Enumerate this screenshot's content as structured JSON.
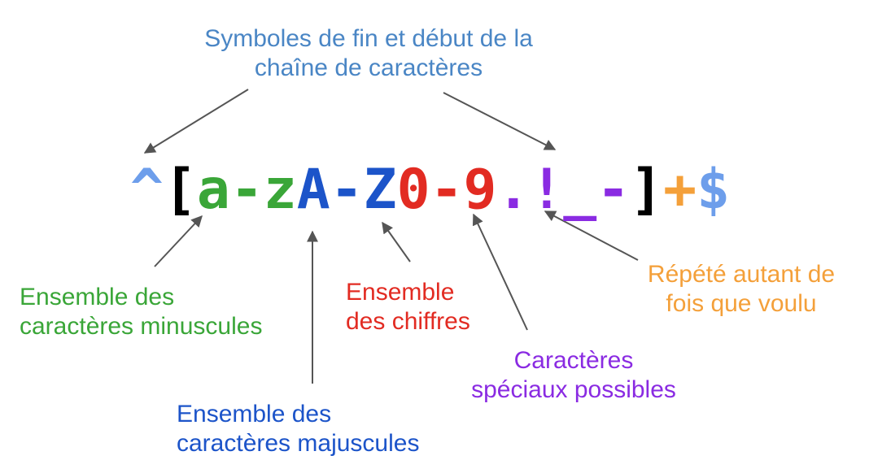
{
  "colors": {
    "anchors": "#6d9eeb",
    "lowercase": "#3aa638",
    "uppercase": "#1c54c9",
    "digits": "#e22b22",
    "special": "#8a2be2",
    "repeat": "#f4a03a",
    "bracket": "#000000",
    "arrow": "#555555"
  },
  "regex": {
    "caret": "^",
    "open_bracket": "[",
    "lower_range": "a-z",
    "upper_range": "A-Z",
    "digit_range": "0-9",
    "special_chars": ".!_-",
    "close_bracket": "]",
    "plus": "+",
    "dollar": "$"
  },
  "labels": {
    "anchors": [
      "Symboles de fin et début de la",
      "chaîne de caractères"
    ],
    "lowercase": [
      "Ensemble des",
      "caractères minuscules"
    ],
    "uppercase": [
      "Ensemble des",
      "caractères majuscules"
    ],
    "digits": [
      "Ensemble",
      "des chiffres"
    ],
    "special": [
      "Caractères",
      "spéciaux possibles"
    ],
    "repeat": [
      "Répété autant de",
      "fois que voulu"
    ]
  }
}
